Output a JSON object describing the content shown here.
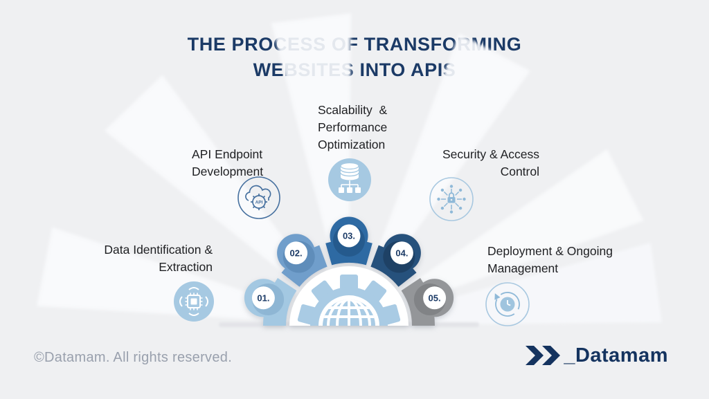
{
  "title": {
    "line1": "THE PROCESS OF TRANSFORMING",
    "line2": "WEBSITES INTO APIS"
  },
  "steps": [
    {
      "num": "01.",
      "lines": [
        "Data Identification &",
        "Extraction"
      ],
      "icon": "chip-signal-icon",
      "color": "#a3c8e2",
      "shadow_color": "#7ba6c8"
    },
    {
      "num": "02.",
      "lines": [
        "API Endpoint",
        "Development"
      ],
      "icon": "api-cloud-gear-icon",
      "icon_text": "API",
      "color": "#6f9ecb",
      "shadow_color": "#4f7dab"
    },
    {
      "num": "03.",
      "lines": [
        "Scalability  &",
        "Performance",
        "Optimization"
      ],
      "icon": "database-nodes-icon",
      "color": "#2e6ba3",
      "shadow_color": "#1d4c78"
    },
    {
      "num": "04.",
      "lines": [
        "Security & Access",
        "Control"
      ],
      "icon": "lock-network-icon",
      "color": "#27517b",
      "shadow_color": "#173350"
    },
    {
      "num": "05.",
      "lines": [
        "Deployment & Ongoing",
        "Management"
      ],
      "icon": "clock-refresh-icon",
      "color": "#949699",
      "shadow_color": "#707275"
    }
  ],
  "footer": {
    "copyright": "©Datamam. All rights reserved.",
    "brand": "_Datamam"
  },
  "colors": {
    "background": "#eff0f2",
    "title_navy": "#1b3a66",
    "label_text": "#1e1f22",
    "icon_blue": "#a6c9e2",
    "gear_blue": "#a9cbe4",
    "icon_outline_blue": "#46709f",
    "icon_light_outline": "#8fb9d8",
    "brand_navy": "#14335f",
    "footer_gray": "#99a0ad"
  }
}
